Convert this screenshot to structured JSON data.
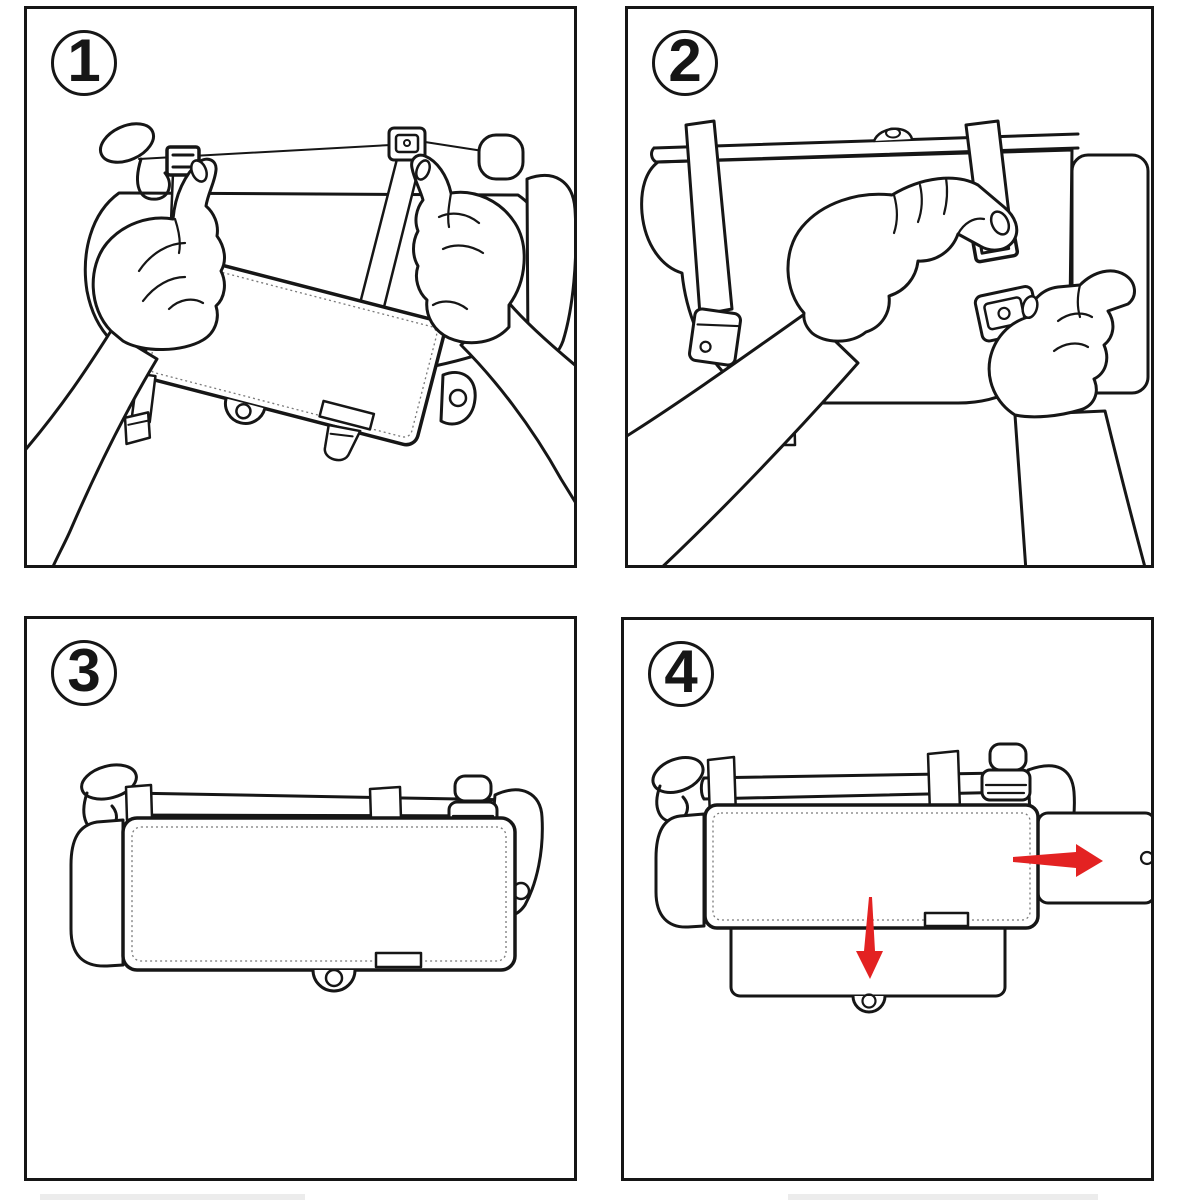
{
  "diagram": {
    "type": "instruction-steps",
    "subject": "car-sun-visor-shade-panel-installation",
    "colors": {
      "line": "#161616",
      "arrow_red": "#e32222",
      "background": "#ffffff"
    },
    "steps": [
      {
        "number": "1",
        "badge": "circled-number",
        "illustration": "hands-hold-two-buckle-straps-with-shade-panel-hanging"
      },
      {
        "number": "2",
        "badge": "circled-number",
        "illustration": "straps-wrapped-over-sun-visor-hands-clicking-buckle"
      },
      {
        "number": "3",
        "badge": "circled-number",
        "illustration": "shade-panel-mounted-flat-on-sun-visor"
      },
      {
        "number": "4",
        "badge": "circled-number",
        "illustration": "side-extension-slides-right-and-shade-pulls-down",
        "arrows": [
          {
            "direction": "right"
          },
          {
            "direction": "down"
          }
        ]
      }
    ],
    "next_row_partially_visible": true
  }
}
